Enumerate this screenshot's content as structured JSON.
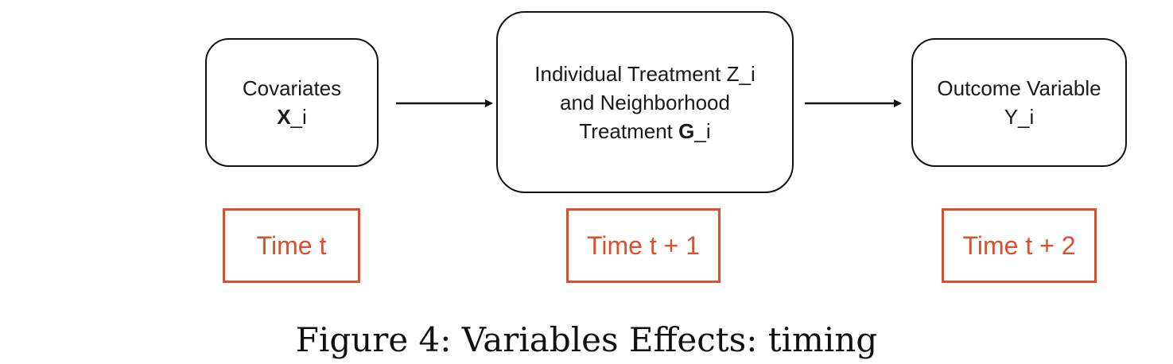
{
  "nodes": {
    "covariates": {
      "line1": "Covariates",
      "line2_bold": "X",
      "line2_rest": "_i"
    },
    "treatment": {
      "line1": "Individual Treatment Z_i",
      "line2": "and Neighborhood",
      "line3_prefix": "Treatment ",
      "line3_bold": "G",
      "line3_rest": "_i"
    },
    "outcome": {
      "line1": "Outcome Variable",
      "line2": "Y_i"
    }
  },
  "times": {
    "t1": "Time t",
    "t2": "Time t + 1",
    "t3": "Time t + 2"
  },
  "caption": "Figure 4: Variables Effects: timing",
  "colors": {
    "box_border": "#111111",
    "time_accent": "#d9502e",
    "arrow": "#111111"
  }
}
